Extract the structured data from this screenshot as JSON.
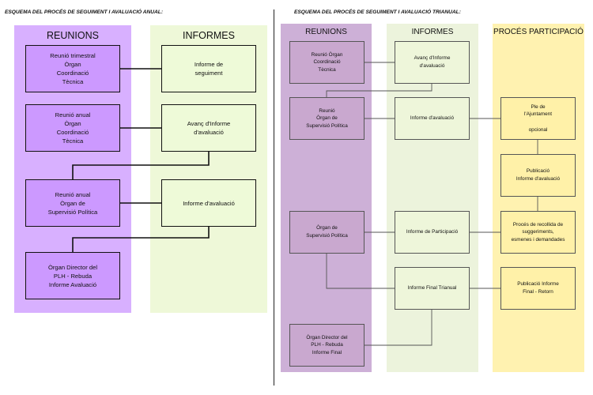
{
  "left": {
    "heading": "ESQUEMA DEL PROCÉS DE SEGUIMENT I AVALUACIÓ ANUAL:",
    "columns": {
      "reunions": "REUNIONS",
      "informes": "INFORMES"
    },
    "boxes": {
      "reunio_trimestral": "Reunió trimestral\nÒrgan\nCoordinació\nTècnica",
      "reunio_anual_tecnica": "Reunió anual\nÒrgan\nCoordinació\nTècnica",
      "reunio_anual_politica": "Reunió anual\nÒrgan de\nSupervisió Política",
      "organ_director": "Òrgan Director del\nPLH - Rebuda\nInforme Avaluació",
      "informe_seguiment": "Informe de\nseguiment",
      "avanc_informe": "Avanç d'Informe\nd'avaluació",
      "informe_avaluacio": "Informe d'avaluació"
    }
  },
  "right": {
    "heading": "ESQUEMA DEL PROCÉS DE SEGUIMENT I AVALUACIÓ TRIANUAL:",
    "columns": {
      "reunions": "REUNIONS",
      "informes": "INFORMES",
      "proces": "PROCÉS PARTICIPACIÓ"
    },
    "boxes": {
      "reunio_coordinacio": "Reunió Òrgan\nCoordinació\nTècnica",
      "reunio_supervisio": "Reunió\nÒrgan de\nSupervisió Política",
      "organ_supervisio": "Òrgan de\nSupervisió Política",
      "organ_director": "Òrgan Director del\nPLH - Rebuda\nInforme Final",
      "avanc_informe": "Avanç d'Informe\nd'avaluació",
      "informe_avaluacio": "Informe d'avaluació",
      "informe_participacio": "Informe de Participació",
      "informe_final": "Informe Final Trianual",
      "ple_ajuntament": "Ple de\nl'Ajuntament\n\nopcional",
      "publicacio_informe_avaluacio": "Publicació\nInforme d'avaluació",
      "proces_recollida": "Procés de recollida de\nsuggeriments,\nesmenes i demandades",
      "publicacio_final": "Publicació Informe\nFinal - Retorn"
    }
  }
}
